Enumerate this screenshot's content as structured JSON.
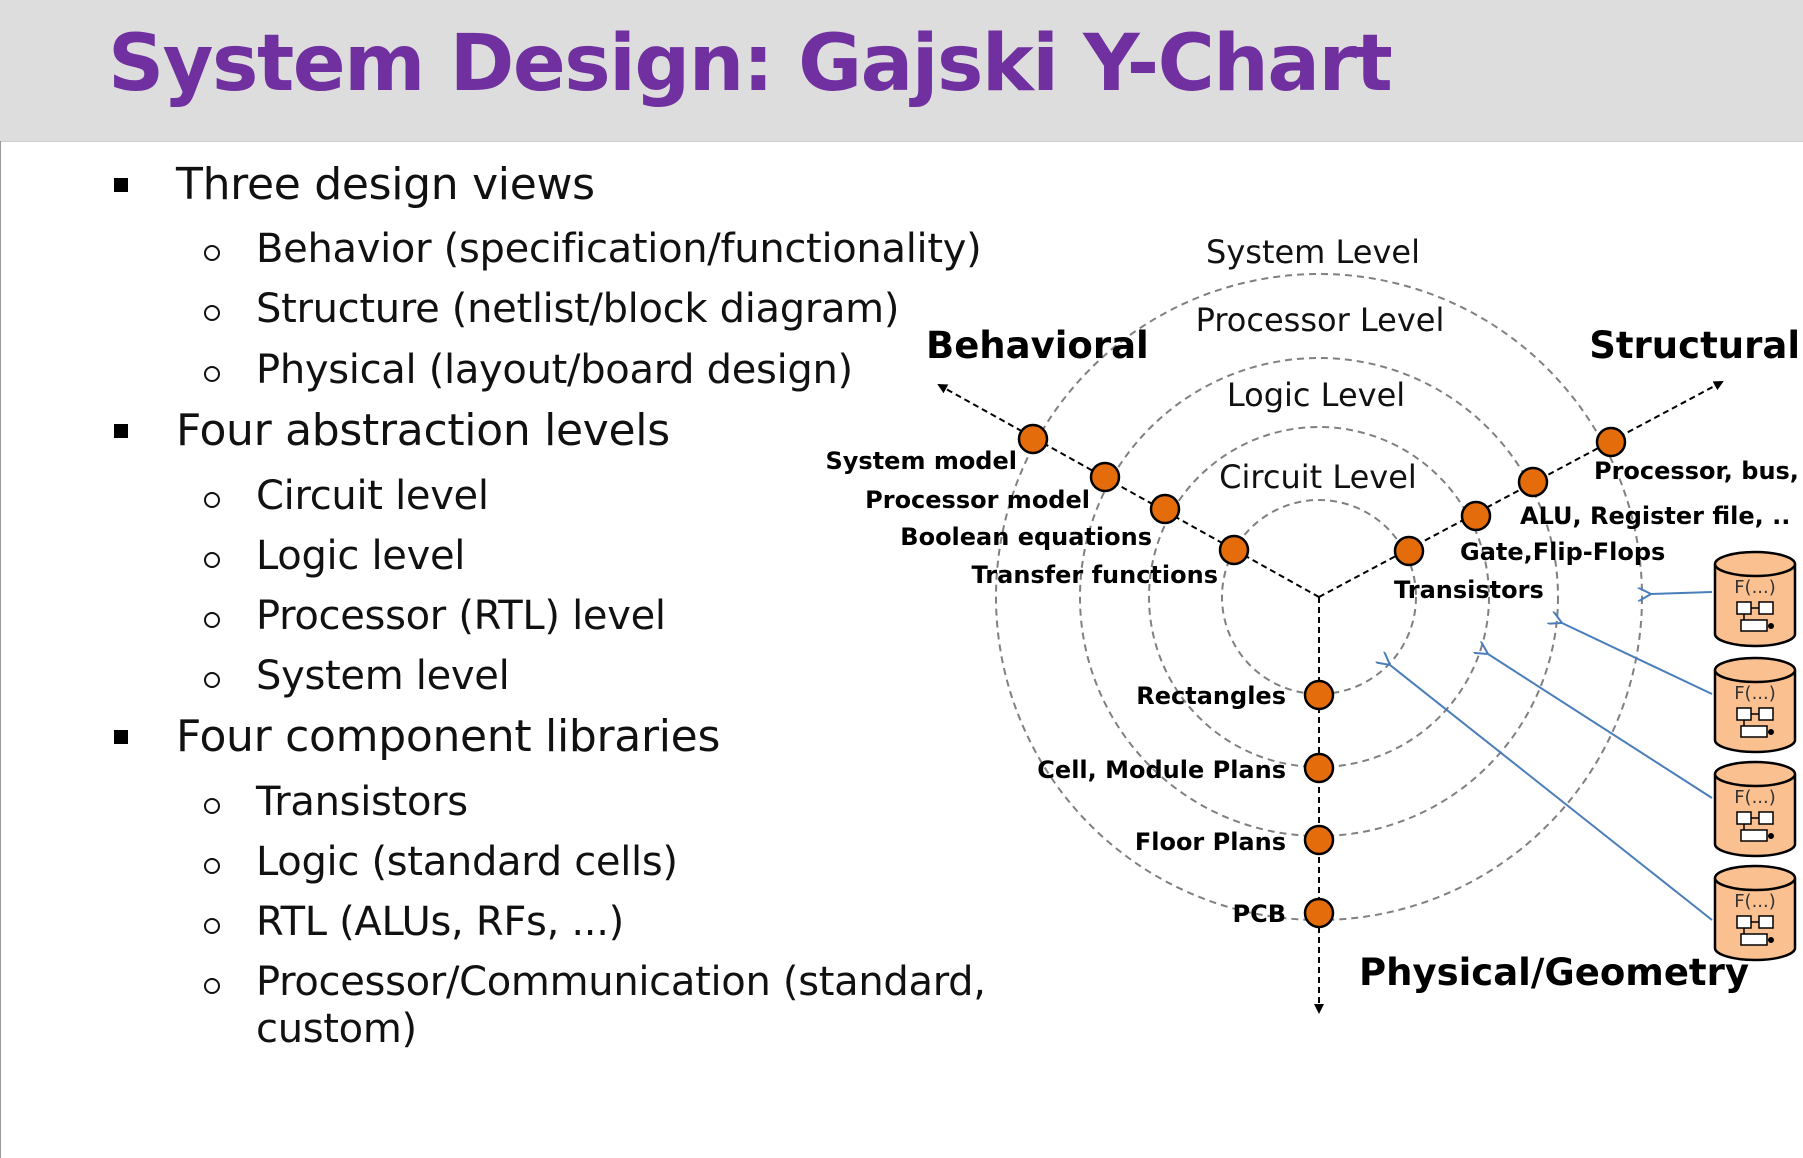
{
  "title": "System Design: Gajski Y-Chart",
  "bullets": [
    {
      "text": "Three design views",
      "children": [
        "Behavior (specification/functionality)",
        "Structure (netlist/block diagram)",
        "Physical (layout/board design)"
      ]
    },
    {
      "text": "Four abstraction levels",
      "children": [
        "Circuit level",
        "Logic level",
        "Processor (RTL) level",
        "System level"
      ]
    },
    {
      "text": "Four component libraries",
      "children": [
        "Transistors",
        "Logic (standard cells)",
        "RTL (ALUs, RFs, ...)",
        "Processor/Communication (standard,",
        "custom)"
      ]
    }
  ],
  "diagram": {
    "axes": {
      "behavioral": "Behavioral",
      "structural": "Structural",
      "physical": "Physical/Geometry"
    },
    "levels": [
      "Circuit Level",
      "Logic Level",
      "Processor Level",
      "System Level"
    ],
    "behavioral_nodes": [
      "Transfer functions",
      "Boolean equations",
      "Processor model",
      "System model"
    ],
    "structural_nodes": [
      "Transistors",
      "Gate,Flip-Flops",
      "ALU, Register file, ..",
      "Processor, bus, .."
    ],
    "physical_nodes": [
      "Rectangles",
      "Cell, Module Plans",
      "Floor Plans",
      "PCB"
    ],
    "library_label": "F(...)",
    "colors": {
      "title": "#7030a0",
      "node_fill": "#e46c0a",
      "library_fill": "#fac090",
      "arrow": "#4a7ebb",
      "ring": "#808080"
    }
  }
}
